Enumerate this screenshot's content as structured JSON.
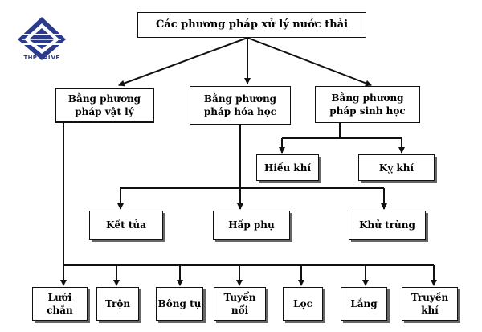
{
  "logo": {
    "text": "THP VALVE",
    "color": "#2a3a8c"
  },
  "root": "Các phương pháp xử lý nước thải",
  "methods": {
    "physical": "Bằng phương\npháp vật lý",
    "chemical": "Bằng phương\npháp hóa học",
    "biological": "Bằng phương\npháp sinh học"
  },
  "biological_subs": {
    "aerobic": "Hiếu khí",
    "anaerobic": "Kỵ khí"
  },
  "chemical_subs": {
    "precipitation": "Kết tủa",
    "adsorption": "Hấp phụ",
    "disinfection": "Khử trùng"
  },
  "physical_subs": {
    "screen": "Lưới\nchắn",
    "mixing": "Trộn",
    "flocculation": "Bông tụ",
    "flotation": "Tuyển\nnổi",
    "filtration": "Lọc",
    "sedimentation": "Lắng",
    "mass_transfer": "Truyền\nkhí"
  }
}
